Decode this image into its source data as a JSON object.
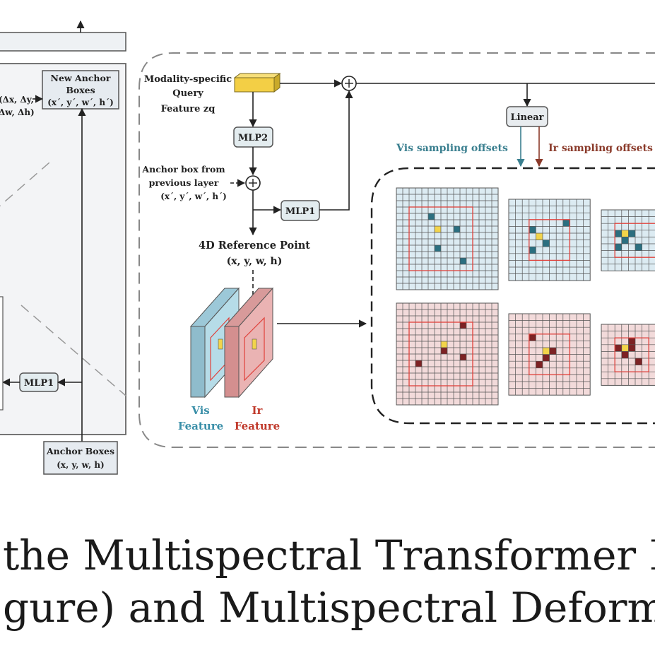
{
  "left_panel": {
    "new_anchor_title": "New Anchor\nBoxes",
    "new_anchor_coords": "(x´, y´, w´, h´)",
    "delta_top": "Δx, Δy,",
    "delta_bottom": "Δw, Δh)",
    "mlp1_left": "MLP1",
    "anchor_boxes_title": "Anchor Boxes",
    "anchor_boxes_coords": "(x, y, w, h)"
  },
  "deform_module": {
    "query_label": [
      "Modality-specific",
      "Query",
      "Feature zq"
    ],
    "mlp2": "MLP2",
    "anchor_prev_label": [
      "Anchor box from",
      "previous layer",
      "(x´, y´, w´, h´)"
    ],
    "mlp1": "MLP1",
    "ref_point_title": "4D Reference Point",
    "ref_point_coords": "(x, y, w, h)",
    "linear": "Linear",
    "vis_offsets": "Vis sampling offsets",
    "ir_offsets": "Ir sampling offsets",
    "vis_feature": [
      "Vis",
      "Feature"
    ],
    "ir_feature": [
      "Ir",
      "Feature"
    ]
  },
  "caption": {
    "line1": "the Multispectral Transformer De",
    "line2": "gure) and Multispectral Deforma"
  },
  "colors": {
    "vis_grid_fill": "#dcebf2",
    "ir_grid_fill": "#f2dada",
    "vis_sample": "#2b6f80",
    "ir_sample": "#7d2224",
    "ref_point": "#f2d44a",
    "roi_box": "#e0403a",
    "vis_text": "#3a8fa8",
    "ir_text": "#c0392b",
    "vis_offset_text": "#3a7f8f",
    "ir_offset_text": "#8a3a2a",
    "query_block": "#f3cf45"
  }
}
